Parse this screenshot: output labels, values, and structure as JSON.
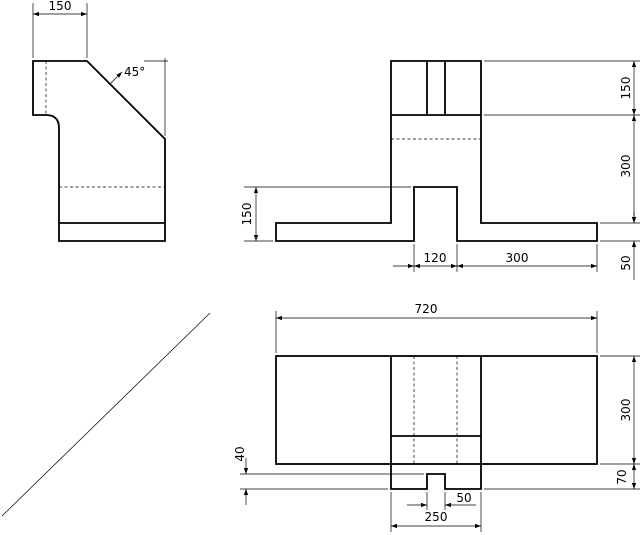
{
  "dimensions": {
    "side_top_width": "150",
    "side_angle": "45°",
    "front_top_block": "150",
    "front_middle": "300",
    "front_base": "50",
    "front_left_height": "150",
    "front_slot": "120",
    "front_right_wing": "300",
    "top_total_width": "720",
    "top_depth": "300",
    "top_tab": "70",
    "top_left_offset": "40",
    "top_notch": "50",
    "top_tab_width": "250"
  },
  "colors": {
    "line": "#000000",
    "background": "#ffffff"
  }
}
